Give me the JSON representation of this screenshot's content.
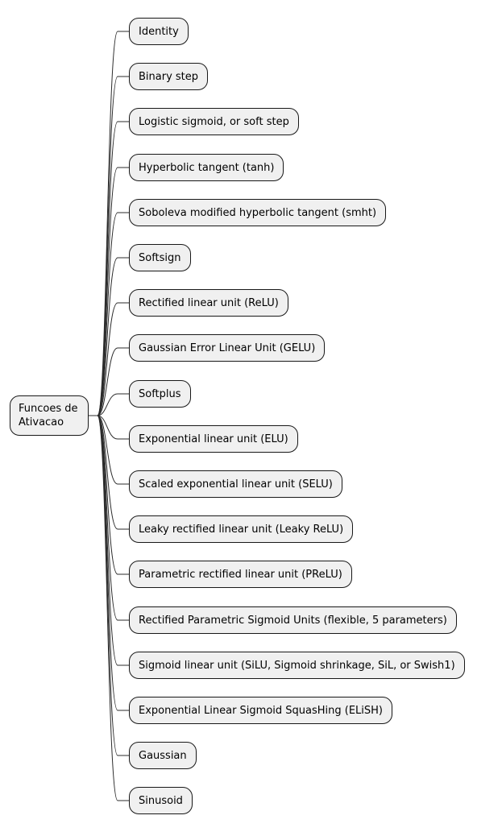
{
  "diagram": {
    "type": "mindmap",
    "title": "Funcoes de Ativacao mindmap",
    "root": {
      "line1": "Funcoes de",
      "line2": "Ativacao"
    },
    "nodes": [
      "Identity",
      "Binary step",
      "Logistic sigmoid, or soft step",
      "Hyperbolic tangent (tanh)",
      "Soboleva modified hyperbolic tangent (smht)",
      "Softsign",
      "Rectified linear unit (ReLU)",
      "Gaussian Error Linear Unit (GELU)",
      "Softplus",
      "Exponential linear unit (ELU)",
      "Scaled exponential linear unit (SELU)",
      "Leaky rectified linear unit (Leaky ReLU)",
      "Parametric rectified linear unit (PReLU)",
      "Rectified Parametric Sigmoid Units (flexible, 5 parameters)",
      "Sigmoid linear unit (SiLU, Sigmoid shrinkage, SiL, or Swish1)",
      "Exponential Linear Sigmoid SquasHing (ELiSH)",
      "Gaussian",
      "Sinusoid"
    ],
    "colors": {
      "background": "#FFFFFF",
      "node_fill": "#F0F0F0",
      "node_border": "#181818",
      "text": "#000000",
      "connector_line": "#2B2B2B"
    }
  }
}
